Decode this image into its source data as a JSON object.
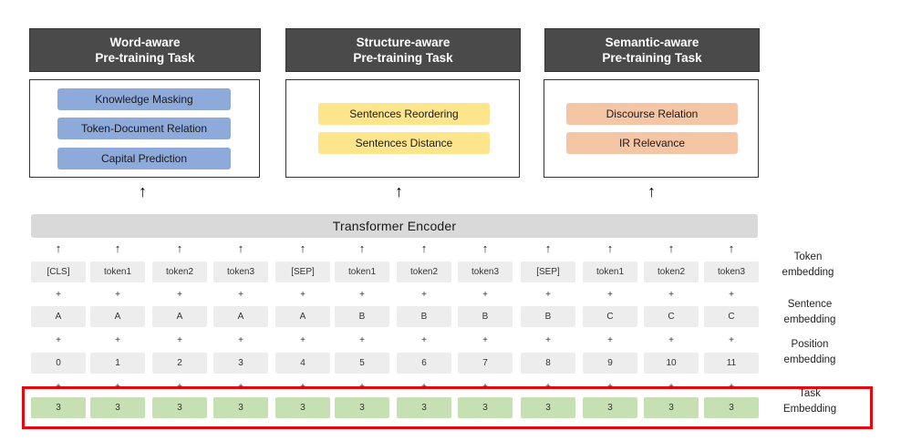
{
  "tasks": [
    {
      "header": [
        "Word-aware",
        "Pre-training Task"
      ],
      "items": [
        "Knowledge Masking",
        "Token-Document Relation",
        "Capital  Prediction"
      ],
      "color": "#8eaadb"
    },
    {
      "header": [
        "Structure-aware",
        "Pre-training Task"
      ],
      "items": [
        "Sentences Reordering",
        "Sentences Distance"
      ],
      "color": "#fde58c"
    },
    {
      "header": [
        "Semantic-aware",
        "Pre-training Task"
      ],
      "items": [
        "Discourse Relation",
        "IR Relevance"
      ],
      "color": "#f5c6a5"
    }
  ],
  "encoder_label": "Transformer Encoder",
  "rows": {
    "token": [
      "[CLS]",
      "token1",
      "token2",
      "token3",
      "[SEP]",
      "token1",
      "token2",
      "token3",
      "[SEP]",
      "token1",
      "token2",
      "token3"
    ],
    "sentence": [
      "A",
      "A",
      "A",
      "A",
      "A",
      "B",
      "B",
      "B",
      "B",
      "C",
      "C",
      "C"
    ],
    "position": [
      "0",
      "1",
      "2",
      "3",
      "4",
      "5",
      "6",
      "7",
      "8",
      "9",
      "10",
      "11"
    ],
    "task": [
      "3",
      "3",
      "3",
      "3",
      "3",
      "3",
      "3",
      "3",
      "3",
      "3",
      "3",
      "3"
    ]
  },
  "labels": {
    "token": [
      "Token",
      "embedding"
    ],
    "sentence": [
      "Sentence",
      "embedding"
    ],
    "position": [
      "Position",
      "embedding"
    ],
    "task": [
      "Task",
      "Embedding"
    ]
  },
  "arrow_glyph": "↑",
  "plus_glyph": "+",
  "highlight_color": "#e8080c"
}
